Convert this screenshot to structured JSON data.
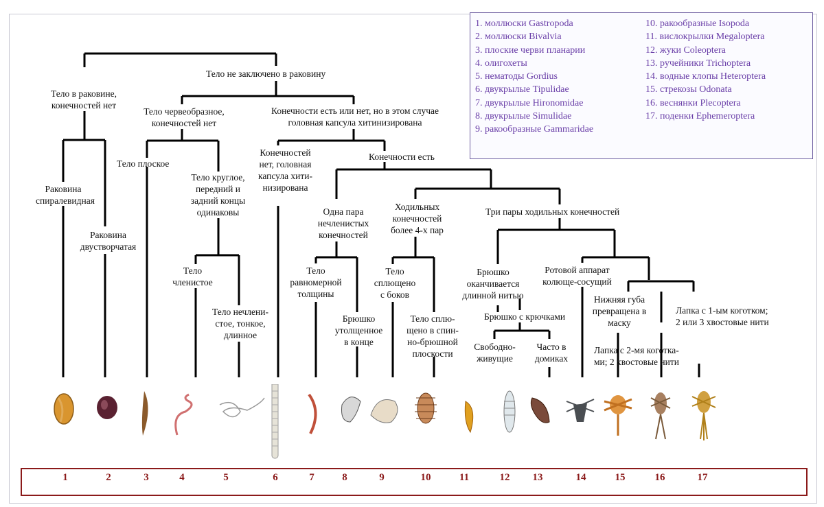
{
  "legend": {
    "items": [
      "1. моллюски  Gastropoda",
      "2. моллюски  Bivalvia",
      "3. плоские черви планарии",
      "4. олигохеты",
      "5. нематоды Gordius",
      "6. двукрылые Tipulidae",
      "7. двукрылые Hironomidae",
      "8. двукрылые Simulidae",
      "9. ракообразные Gammaridae",
      "10. ракообразные Isopoda",
      "11. вислокрылки Megaloptera",
      "12. жуки Coleoptera",
      "13. ручейники Trichoptera",
      "14. водные клопы Heteroptera",
      "15. стрекозы Odonata",
      "16. веснянки Plecoptera",
      "17. поденки Ephemeroptera"
    ]
  },
  "labels": {
    "no_shell": "Тело не заключено в раковину",
    "shell": [
      "Тело в раковине,",
      "конечностей нет"
    ],
    "worm_body": [
      "Тело червеобразное,",
      "конечностей нет"
    ],
    "head_capsule": [
      "Конечности есть или нет, но в этом случае",
      "головная капсула хитинизирована"
    ],
    "flat_body": "Тело плоское",
    "round_body": [
      "Тело круглое,",
      "передний и",
      "задний концы",
      "одинаковы"
    ],
    "spiral_shell": [
      "Раковина",
      "спиралевидная"
    ],
    "bivalve_shell": [
      "Раковина",
      "двустворчатая"
    ],
    "segmented": [
      "Тело",
      "членистое"
    ],
    "unsegmented": [
      "Тело нечлени-",
      "стое, тонкое,",
      "длинное"
    ],
    "no_limbs_capsule": [
      "Конечностей",
      "нет, головная",
      "капсула хити-",
      "низирована"
    ],
    "limbs_present": "Конечности есть",
    "one_pair": [
      "Одна пара",
      "нечленистых",
      "конечностей"
    ],
    "walking_more4": [
      "Ходильных",
      "конечностей",
      "более 4-х пар"
    ],
    "three_pairs": "Три пары ходильных конечностей",
    "even_thickness": [
      "Тело",
      "равномерной",
      "толщины"
    ],
    "belly_thick": [
      "Брюшко",
      "утолщенное",
      "в конце"
    ],
    "side_flat": [
      "Тело",
      "сплющено",
      "с боков"
    ],
    "dorsoventral": [
      "Тело сплю-",
      "щено в спин-",
      "но-брюшной",
      "плоскости"
    ],
    "long_thread": [
      "Брюшко",
      "оканчивается",
      "длинной нитью"
    ],
    "piercing": [
      "Ротовой аппарат",
      "колюще-сосущий"
    ],
    "hooks": "Брюшко с крючками",
    "free_living": [
      "Свободно-",
      "живущие"
    ],
    "in_houses": [
      "Часто в",
      "домиках"
    ],
    "mask": [
      "Нижняя губа",
      "превращена в",
      "маску"
    ],
    "one_claw": [
      "Лапка с 1-ым коготком;",
      "2 или 3 хвостовые нити"
    ],
    "two_claws": [
      "Лапка с 2-мя коготка-",
      "ми; 2 хвостовые нити"
    ]
  },
  "numbers": [
    "1",
    "2",
    "3",
    "4",
    "5",
    "6",
    "7",
    "8",
    "9",
    "10",
    "11",
    "12",
    "13",
    "14",
    "15",
    "16",
    "17"
  ],
  "colors": {
    "legend_text": "#6a3fa8",
    "number_bar": "#8b1a1a"
  }
}
